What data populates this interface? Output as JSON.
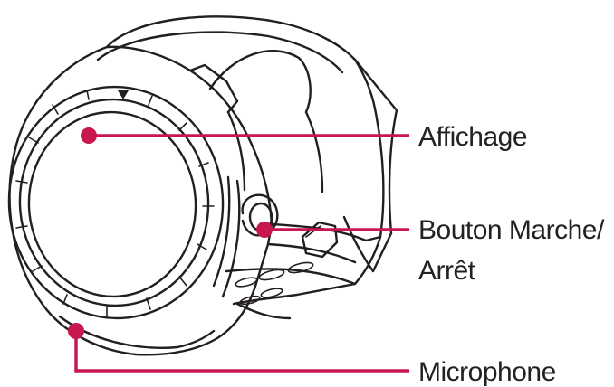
{
  "colors": {
    "callout": "#c8174f",
    "line_art": "#231f20",
    "text": "#222222"
  },
  "labels": {
    "display": "Affichage",
    "power_button_line1": "Bouton Marche/",
    "power_button_line2": "Arrêt",
    "microphone": "Microphone"
  }
}
